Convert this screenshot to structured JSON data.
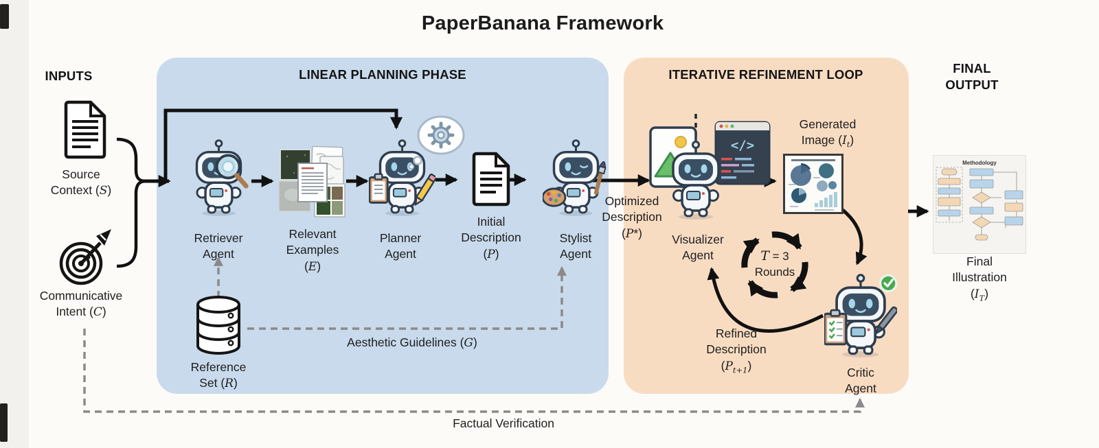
{
  "title": "PaperBanana Framework",
  "sections": {
    "inputs_label": "INPUTS",
    "planning_label": "LINEAR PLANNING PHASE",
    "refinement_label": "ITERATIVE REFINEMENT LOOP",
    "final_output_line1": "FINAL",
    "final_output_line2": "OUTPUT"
  },
  "nodes": {
    "source_context": {
      "line1": "Source",
      "line2_pre": "Context (",
      "math": "S",
      "post": ")"
    },
    "communicative_intent": {
      "line1": "Communicative",
      "line2_pre": "Intent (",
      "math": "C",
      "post": ")"
    },
    "retriever_agent": {
      "line1": "Retriever",
      "line2": "Agent"
    },
    "relevant_examples": {
      "line1": "Relevant",
      "line2": "Examples",
      "pre": "(",
      "math": "E",
      "post": ")"
    },
    "planner_agent": {
      "line1": "Planner",
      "line2": "Agent"
    },
    "initial_description": {
      "line1": "Initial",
      "line2": "Description",
      "pre": "(",
      "math": "P",
      "post": ")"
    },
    "stylist_agent": {
      "line1": "Stylist",
      "line2": "Agent"
    },
    "optimized_description": {
      "line1": "Optimized",
      "line2": "Description",
      "pre": "(",
      "math": "P",
      "post": "*)"
    },
    "visualizer_agent": {
      "line1": "Visualizer",
      "line2": "Agent",
      "code_glyph": "</>"
    },
    "generated_image": {
      "line1": "Generated",
      "line2_pre": "Image (",
      "math": "I",
      "sub": "t",
      "post": ")"
    },
    "loop_badge": {
      "math": "T",
      "eq": " = 3",
      "line2": "Rounds"
    },
    "critic_agent": {
      "line1": "Critic",
      "line2": "Agent"
    },
    "refined_description": {
      "line1": "Refined",
      "line2": "Description",
      "pre": "(",
      "math": "P",
      "sub": "t+1",
      "post": ")"
    },
    "reference_set": {
      "line1": "Reference",
      "line2_pre": "Set (",
      "math": "R",
      "post": ")"
    },
    "final_illustration": {
      "line1": "Final",
      "line2": "Illustration",
      "pre": "(",
      "math": "I",
      "sub": "T",
      "post": ")"
    },
    "methodology_thumb": {
      "title": "Methodology"
    }
  },
  "edges": {
    "aesthetic_guidelines": {
      "pre": "Aesthetic Guidelines (",
      "math": "G",
      "post": ")"
    },
    "factual_verification": "Factual Verification"
  },
  "colors": {
    "background": "#fcfbf8",
    "planning_bg": "#c9daec",
    "refinement_bg": "#f8dcc2",
    "arrow_black": "#111111",
    "arrow_gray": "#8a8a8a",
    "check_green": "#49a94e",
    "robot_screen": "#3a4f63"
  }
}
